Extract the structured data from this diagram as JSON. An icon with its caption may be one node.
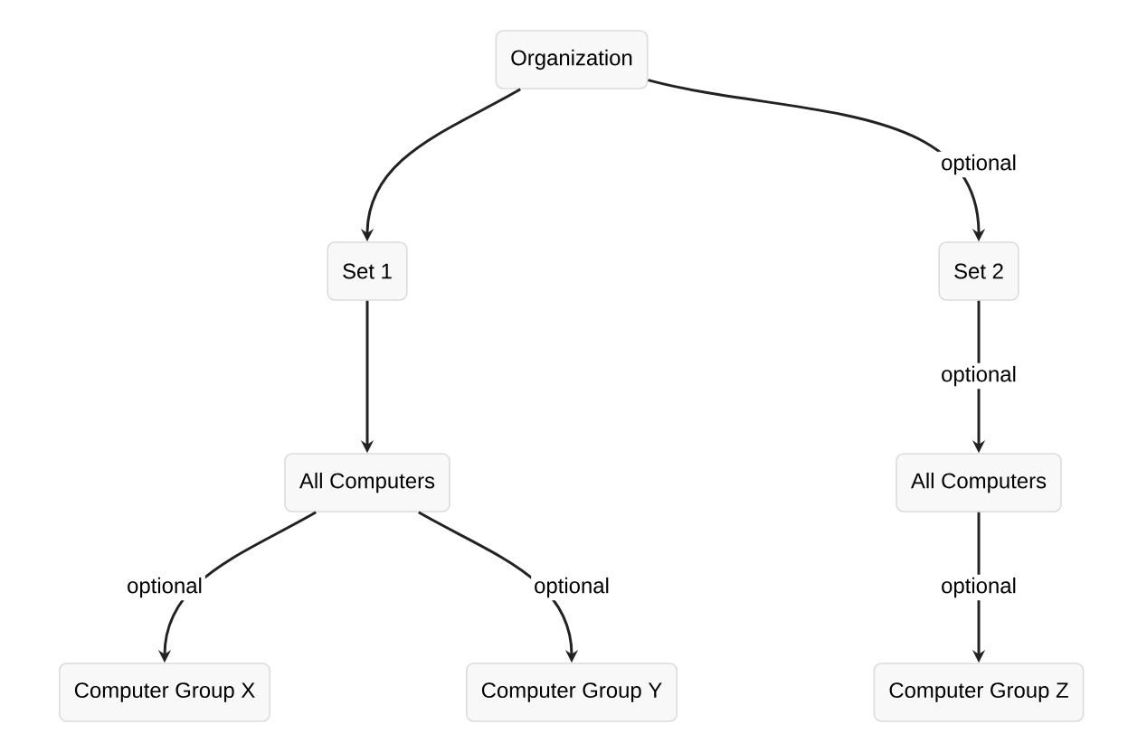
{
  "diagram": {
    "nodes": [
      {
        "text": [
          "Organization"
        ]
      },
      {
        "text": [
          "Set 1"
        ]
      },
      {
        "text": [
          "Set 2"
        ]
      },
      {
        "text": [
          "All Computers"
        ]
      },
      {
        "text": [
          "All Computers"
        ]
      },
      {
        "text": [
          "Computer Group X"
        ]
      },
      {
        "text": [
          "Computer Group Y"
        ]
      },
      {
        "text": [
          "Computer Group Z"
        ]
      }
    ],
    "edges": [
      {
        "from": 0,
        "to": 1,
        "arrow": "to"
      },
      {
        "from": 0,
        "to": 2,
        "arrow": "to",
        "label": "optional"
      },
      {
        "from": 1,
        "to": 3,
        "arrow": "to"
      },
      {
        "from": 2,
        "to": 4,
        "arrow": "to",
        "label": "optional"
      },
      {
        "from": 3,
        "to": 5,
        "arrow": "to",
        "label": "optional"
      },
      {
        "from": 3,
        "to": 6,
        "arrow": "to",
        "label": "optional"
      },
      {
        "from": 4,
        "to": 7,
        "arrow": "to",
        "label": "optional"
      }
    ]
  }
}
